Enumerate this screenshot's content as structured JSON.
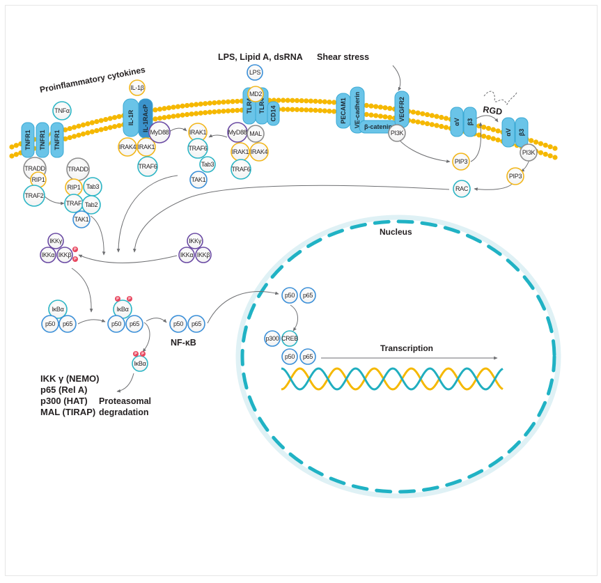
{
  "colors": {
    "membrane": "#f5b800",
    "receptor_fill": "#6ac4e8",
    "receptor_stroke": "#3aa9d4",
    "receptor_dark": "#3b93cc",
    "ring_yellow": "#f2b619",
    "ring_teal": "#2bb5c5",
    "ring_blue": "#3a8fd8",
    "ring_purple": "#6a4aa3",
    "ring_gray": "#8c8c8c",
    "phospho": "#e8475f",
    "nucleus": "#20b2c4",
    "nucleus_halo": "#dff1f5",
    "dna_a": "#f5b800",
    "dna_b": "#20aebf",
    "arrow": "#6d6e71"
  },
  "labels": {
    "proinflammatory": "Proinflammatory cytokines",
    "lps_group": "LPS, Lipid A, dsRNA",
    "shear": "Shear stress",
    "rgd": "RGD",
    "nucleus": "Nucleus",
    "transcription": "Transcription",
    "nfkb": "NF-κB",
    "proteasomal_1": "Proteasomal",
    "proteasomal_2": "degradation"
  },
  "legend": [
    "IKK γ  (NEMO)",
    "p65 (Rel A)",
    "p300 (HAT)",
    "MAL (TIRAP)"
  ],
  "receptors": [
    {
      "id": "tnfr1-a",
      "label": "TNFR1"
    },
    {
      "id": "tnfr1-b",
      "label": "TNFR1"
    },
    {
      "id": "tnfr1-c",
      "label": "TNFR1"
    },
    {
      "id": "il1r",
      "label": "IL-1R"
    },
    {
      "id": "il1racp",
      "label": "IL-1RAcP"
    },
    {
      "id": "tlr4-a",
      "label": "TLR4"
    },
    {
      "id": "tlr4-b",
      "label": "TLR4"
    },
    {
      "id": "cd14",
      "label": "CD14"
    },
    {
      "id": "pecam1",
      "label": "PECAM1"
    },
    {
      "id": "vecad",
      "label": "VE-cadherin"
    },
    {
      "id": "bcat",
      "label": "β-catenin"
    },
    {
      "id": "vegfr2",
      "label": "VEGFR2"
    },
    {
      "id": "av-1",
      "label": "αV"
    },
    {
      "id": "b3-1",
      "label": "β3"
    },
    {
      "id": "av-2",
      "label": "αV"
    },
    {
      "id": "b3-2",
      "label": "β3"
    }
  ],
  "nodes": [
    {
      "id": "tnfa",
      "label": "TNFα",
      "ring": "teal"
    },
    {
      "id": "il1b",
      "label": "IL-1β",
      "ring": "yellow"
    },
    {
      "id": "lps",
      "label": "LPS",
      "ring": "blue"
    },
    {
      "id": "md2",
      "label": "MD2",
      "ring": "yellow"
    },
    {
      "id": "tradd1",
      "label": "TRADD",
      "ring": "gray"
    },
    {
      "id": "rip1a",
      "label": "RIP1",
      "ring": "yellow"
    },
    {
      "id": "traf2",
      "label": "TRAF2",
      "ring": "teal"
    },
    {
      "id": "tradd2",
      "label": "TRADD",
      "ring": "gray"
    },
    {
      "id": "rip1b",
      "label": "RIP1",
      "ring": "yellow"
    },
    {
      "id": "tab3a",
      "label": "Tab3",
      "ring": "teal"
    },
    {
      "id": "traf",
      "label": "TRAF",
      "ring": "teal"
    },
    {
      "id": "tab2",
      "label": "Tab2",
      "ring": "teal"
    },
    {
      "id": "tak1a",
      "label": "TAK1",
      "ring": "blue"
    },
    {
      "id": "irak4a",
      "label": "IRAK4",
      "ring": "yellow"
    },
    {
      "id": "irak1a",
      "label": "IRAK1",
      "ring": "yellow"
    },
    {
      "id": "myd88a",
      "label": "MyD88",
      "ring": "purple"
    },
    {
      "id": "traf6a",
      "label": "TRAF6",
      "ring": "teal"
    },
    {
      "id": "irak1b",
      "label": "IRAK1",
      "ring": "yellow"
    },
    {
      "id": "traf6b",
      "label": "TRAF6",
      "ring": "teal"
    },
    {
      "id": "tab3b",
      "label": "Tab3",
      "ring": "teal"
    },
    {
      "id": "tak1b",
      "label": "TAK1",
      "ring": "blue"
    },
    {
      "id": "myd88b",
      "label": "MyD88",
      "ring": "purple"
    },
    {
      "id": "mal",
      "label": "MAL",
      "ring": "gray"
    },
    {
      "id": "irak1c",
      "label": "IRAK1",
      "ring": "yellow"
    },
    {
      "id": "irak4b",
      "label": "IRAK4",
      "ring": "yellow"
    },
    {
      "id": "traf6c",
      "label": "TRAF6",
      "ring": "teal"
    },
    {
      "id": "pi3k-a",
      "label": "PI3K",
      "ring": "gray"
    },
    {
      "id": "pip3-a",
      "label": "PIP3",
      "ring": "yellow"
    },
    {
      "id": "pi3k-b",
      "label": "PI3K",
      "ring": "gray"
    },
    {
      "id": "pip3-b",
      "label": "PIP3",
      "ring": "yellow"
    },
    {
      "id": "rac",
      "label": "RAC",
      "ring": "teal"
    },
    {
      "id": "ikkg-a",
      "label": "IKKγ",
      "ring": "purple"
    },
    {
      "id": "ikka-a",
      "label": "IKKα",
      "ring": "purple"
    },
    {
      "id": "ikkb-a",
      "label": "IKKβ",
      "ring": "purple"
    },
    {
      "id": "ikkg-b",
      "label": "IKKγ",
      "ring": "purple"
    },
    {
      "id": "ikka-b",
      "label": "IKKα",
      "ring": "purple"
    },
    {
      "id": "ikkb-b",
      "label": "IKKβ",
      "ring": "purple"
    },
    {
      "id": "ikba-1",
      "label": "IκBα",
      "ring": "teal"
    },
    {
      "id": "p50-1",
      "label": "p50",
      "ring": "blue"
    },
    {
      "id": "p65-1",
      "label": "p65",
      "ring": "blue"
    },
    {
      "id": "ikba-2",
      "label": "IκBα",
      "ring": "teal"
    },
    {
      "id": "p50-2",
      "label": "p50",
      "ring": "blue"
    },
    {
      "id": "p65-2",
      "label": "p65",
      "ring": "blue"
    },
    {
      "id": "p50-3",
      "label": "p50",
      "ring": "blue"
    },
    {
      "id": "p65-3",
      "label": "p65",
      "ring": "blue"
    },
    {
      "id": "ikba-3",
      "label": "IκBα",
      "ring": "teal"
    },
    {
      "id": "p50-4",
      "label": "p50",
      "ring": "blue"
    },
    {
      "id": "p65-4",
      "label": "p65",
      "ring": "blue"
    },
    {
      "id": "p300",
      "label": "p300",
      "ring": "blue"
    },
    {
      "id": "creb",
      "label": "CREB",
      "ring": "teal"
    },
    {
      "id": "p50-5",
      "label": "p50",
      "ring": "blue"
    },
    {
      "id": "p65-5",
      "label": "p65",
      "ring": "blue"
    }
  ],
  "phospho_label": "P"
}
